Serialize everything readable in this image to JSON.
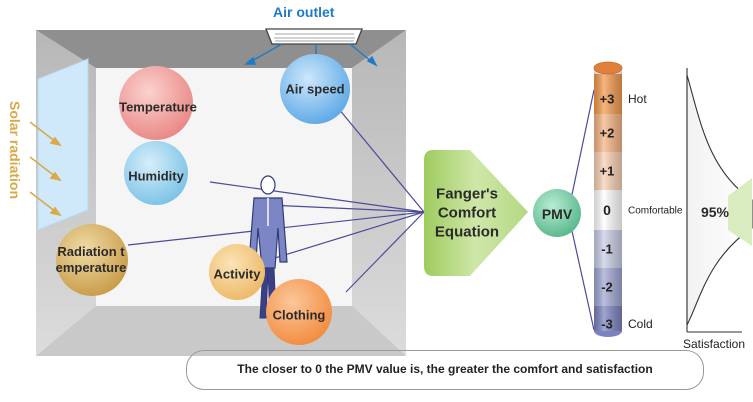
{
  "header_text": "Air outlet",
  "solar_label": "Solar radiation",
  "factors": {
    "air_speed": "Air speed",
    "temperature": "Temperature",
    "humidity": "Humidity",
    "radiation": "Radiation t emperature",
    "activity": "Activity",
    "clothing": "Clothing"
  },
  "equation_label": "Fanger's Comfort Equation",
  "pmv_label": "PMV",
  "pmv_scale": [
    "+3",
    "+2",
    "+1",
    "0",
    "-1",
    "-2",
    "-3"
  ],
  "scale_labels": {
    "hot": "Hot",
    "comfortable": "Comfortable",
    "cold": "Cold"
  },
  "satisfaction_value": "95%",
  "satisfaction_label": "Satisfaction",
  "footnote": "The closer to 0 the PMV value is, the greater the comfort and satisfaction",
  "colors": {
    "air": "#1f7ac7",
    "solar": "#d9a94a",
    "line": "#4b4b9a",
    "equation": "#b9d98b",
    "pmv": "#6fc49b"
  }
}
